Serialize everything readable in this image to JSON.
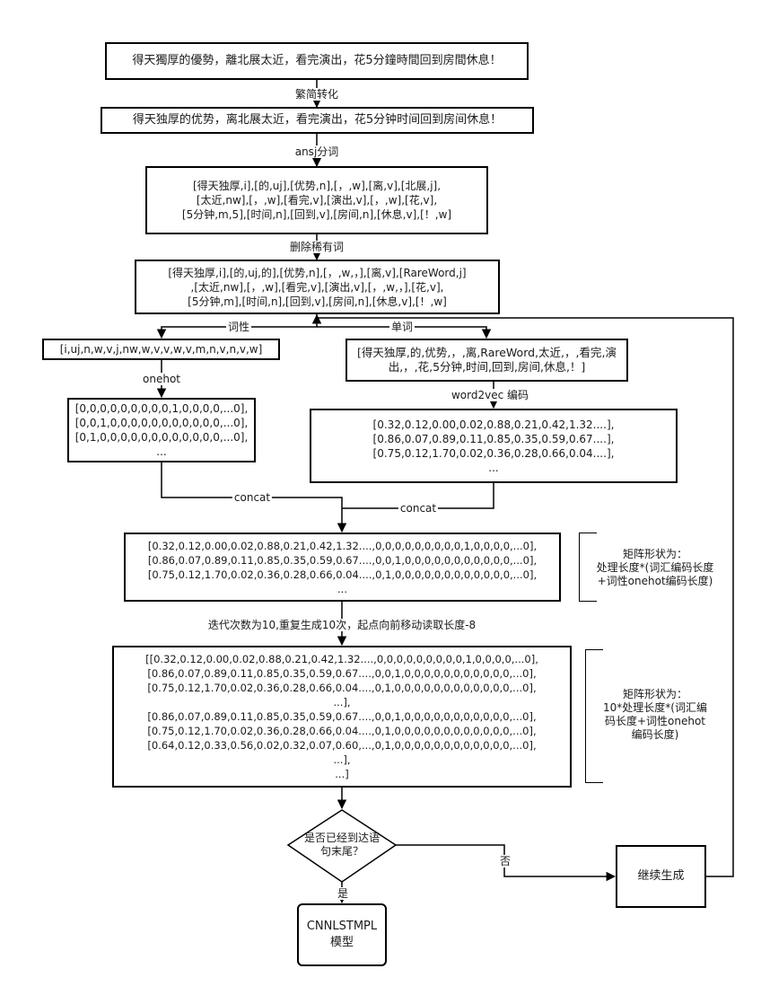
{
  "nodes": {
    "traditional": {
      "lines": [
        "得天獨厚的優勢，離北展太近，看完演出，花5分鐘時間回到房間休息！"
      ]
    },
    "simplified": {
      "lines": [
        "得天独厚的优势，离北展太近，看完演出，花5分钟时间回到房间休息！"
      ]
    },
    "segmented": {
      "lines": [
        "[得天独厚,i],[的,uj],[优势,n],[，,w],[离,v],[北展,j],",
        "[太近,nw],[，,w],[看完,v],[演出,v],[，,w],[花,v],",
        "[5分钟,m,5],[时间,n],[回到,v],[房间,n],[休息,v],[！,w]"
      ]
    },
    "rare_removed": {
      "lines": [
        "[得天独厚,i],[的,uj,的],[优势,n],[，,w,，],[离,v],[RareWord,j]",
        ",[太近,nw],[，,w],[看完,v],[演出,v],[，,w,，],[花,v],",
        "[5分钟,m],[时间,n],[回到,v],[房间,n],[休息,v],[！,w]"
      ]
    },
    "pos_tags": {
      "lines": [
        "[i,uj,n,w,v,j,nw,w,v,v,w,v,m,n,v,n,v,w]"
      ]
    },
    "words": {
      "lines": [
        "[得天独厚,的,优势,，,离,RareWord,太近,，,看完,演",
        "出,，,花,5分钟,时间,回到,房间,休息,！]"
      ]
    },
    "onehot_matrix": {
      "lines": [
        "[0,0,0,0,0,0,0,0,0,1,0,0,0,0,...0],",
        "[0,0,1,0,0,0,0,0,0,0,0,0,0,0,...0],",
        "[0,1,0,0,0,0,0,0,0,0,0,0,0,0,...0],",
        "..."
      ]
    },
    "w2v_matrix": {
      "lines": [
        "[0.32,0.12,0.00,0.02,0.88,0.21,0.42,1.32....],",
        "[0.86,0.07,0.89,0.11,0.85,0.35,0.59,0.67....],",
        "[0.75,0.12,1.70,0.02,0.36,0.28,0.66,0.04....],",
        "..."
      ]
    },
    "concat_matrix": {
      "lines": [
        "[0.32,0.12,0.00,0.02,0.88,0.21,0.42,1.32....,0,0,0,0,0,0,0,0,0,1,0,0,0,0,...0],",
        "[0.86,0.07,0.89,0.11,0.85,0.35,0.59,0.67....,0,0,1,0,0,0,0,0,0,0,0,0,0,0,...0],",
        "[0.75,0.12,1.70,0.02,0.36,0.28,0.66,0.04....,0,1,0,0,0,0,0,0,0,0,0,0,0,0,...0],",
        "..."
      ]
    },
    "repeat_matrix": {
      "lines": [
        "[[0.32,0.12,0.00,0.02,0.88,0.21,0.42,1.32....,0,0,0,0,0,0,0,0,0,1,0,0,0,0,...0],",
        "[0.86,0.07,0.89,0.11,0.85,0.35,0.59,0.67....,0,0,1,0,0,0,0,0,0,0,0,0,0,0,...0],",
        "[0.75,0.12,1.70,0.02,0.36,0.28,0.66,0.04....,0,1,0,0,0,0,0,0,0,0,0,0,0,0,...0],",
        "...],",
        "[0.86,0.07,0.89,0.11,0.85,0.35,0.59,0.67....,0,0,1,0,0,0,0,0,0,0,0,0,0,0,...0],",
        "[0.75,0.12,1.70,0.02,0.36,0.28,0.66,0.04....,0,1,0,0,0,0,0,0,0,0,0,0,0,0,...0],",
        "[0.64,0.12,0.33,0.56,0.02,0.32,0.07,0.60,...,0,1,0,0,0,0,0,0,0,0,0,0,0,0,...0],",
        "...],",
        "...]"
      ]
    },
    "decision": {
      "lines": [
        "是否已经到达语",
        "句末尾？"
      ]
    },
    "continue": {
      "lines": [
        "继续生成"
      ]
    },
    "model": {
      "lines": [
        "CNNLSTMPL",
        "模型"
      ]
    }
  },
  "notes": {
    "shape1": {
      "lines": [
        "矩阵形状为：",
        "处理长度*(词汇编码长度",
        "+词性onehot编码长度)"
      ]
    },
    "shape2": {
      "lines": [
        "矩阵形状为：",
        "10*处理长度*(词汇编",
        "码长度+词性onehot",
        "编码长度)"
      ]
    }
  },
  "edge_labels": {
    "t2s": "繁简转化",
    "seg": "ansj分词",
    "rare": "删除稀有词",
    "pos": "词性",
    "word": "单词",
    "onehot": "onehot",
    "w2v": "word2vec 编码",
    "concat_left": "concat",
    "concat_right": "concat",
    "iterate": "迭代次数为10,重复生成10次，起点向前移动读取长度-8",
    "no": "否",
    "yes": "是"
  },
  "colors": {
    "line": "#000000",
    "background": "#ffffff"
  }
}
